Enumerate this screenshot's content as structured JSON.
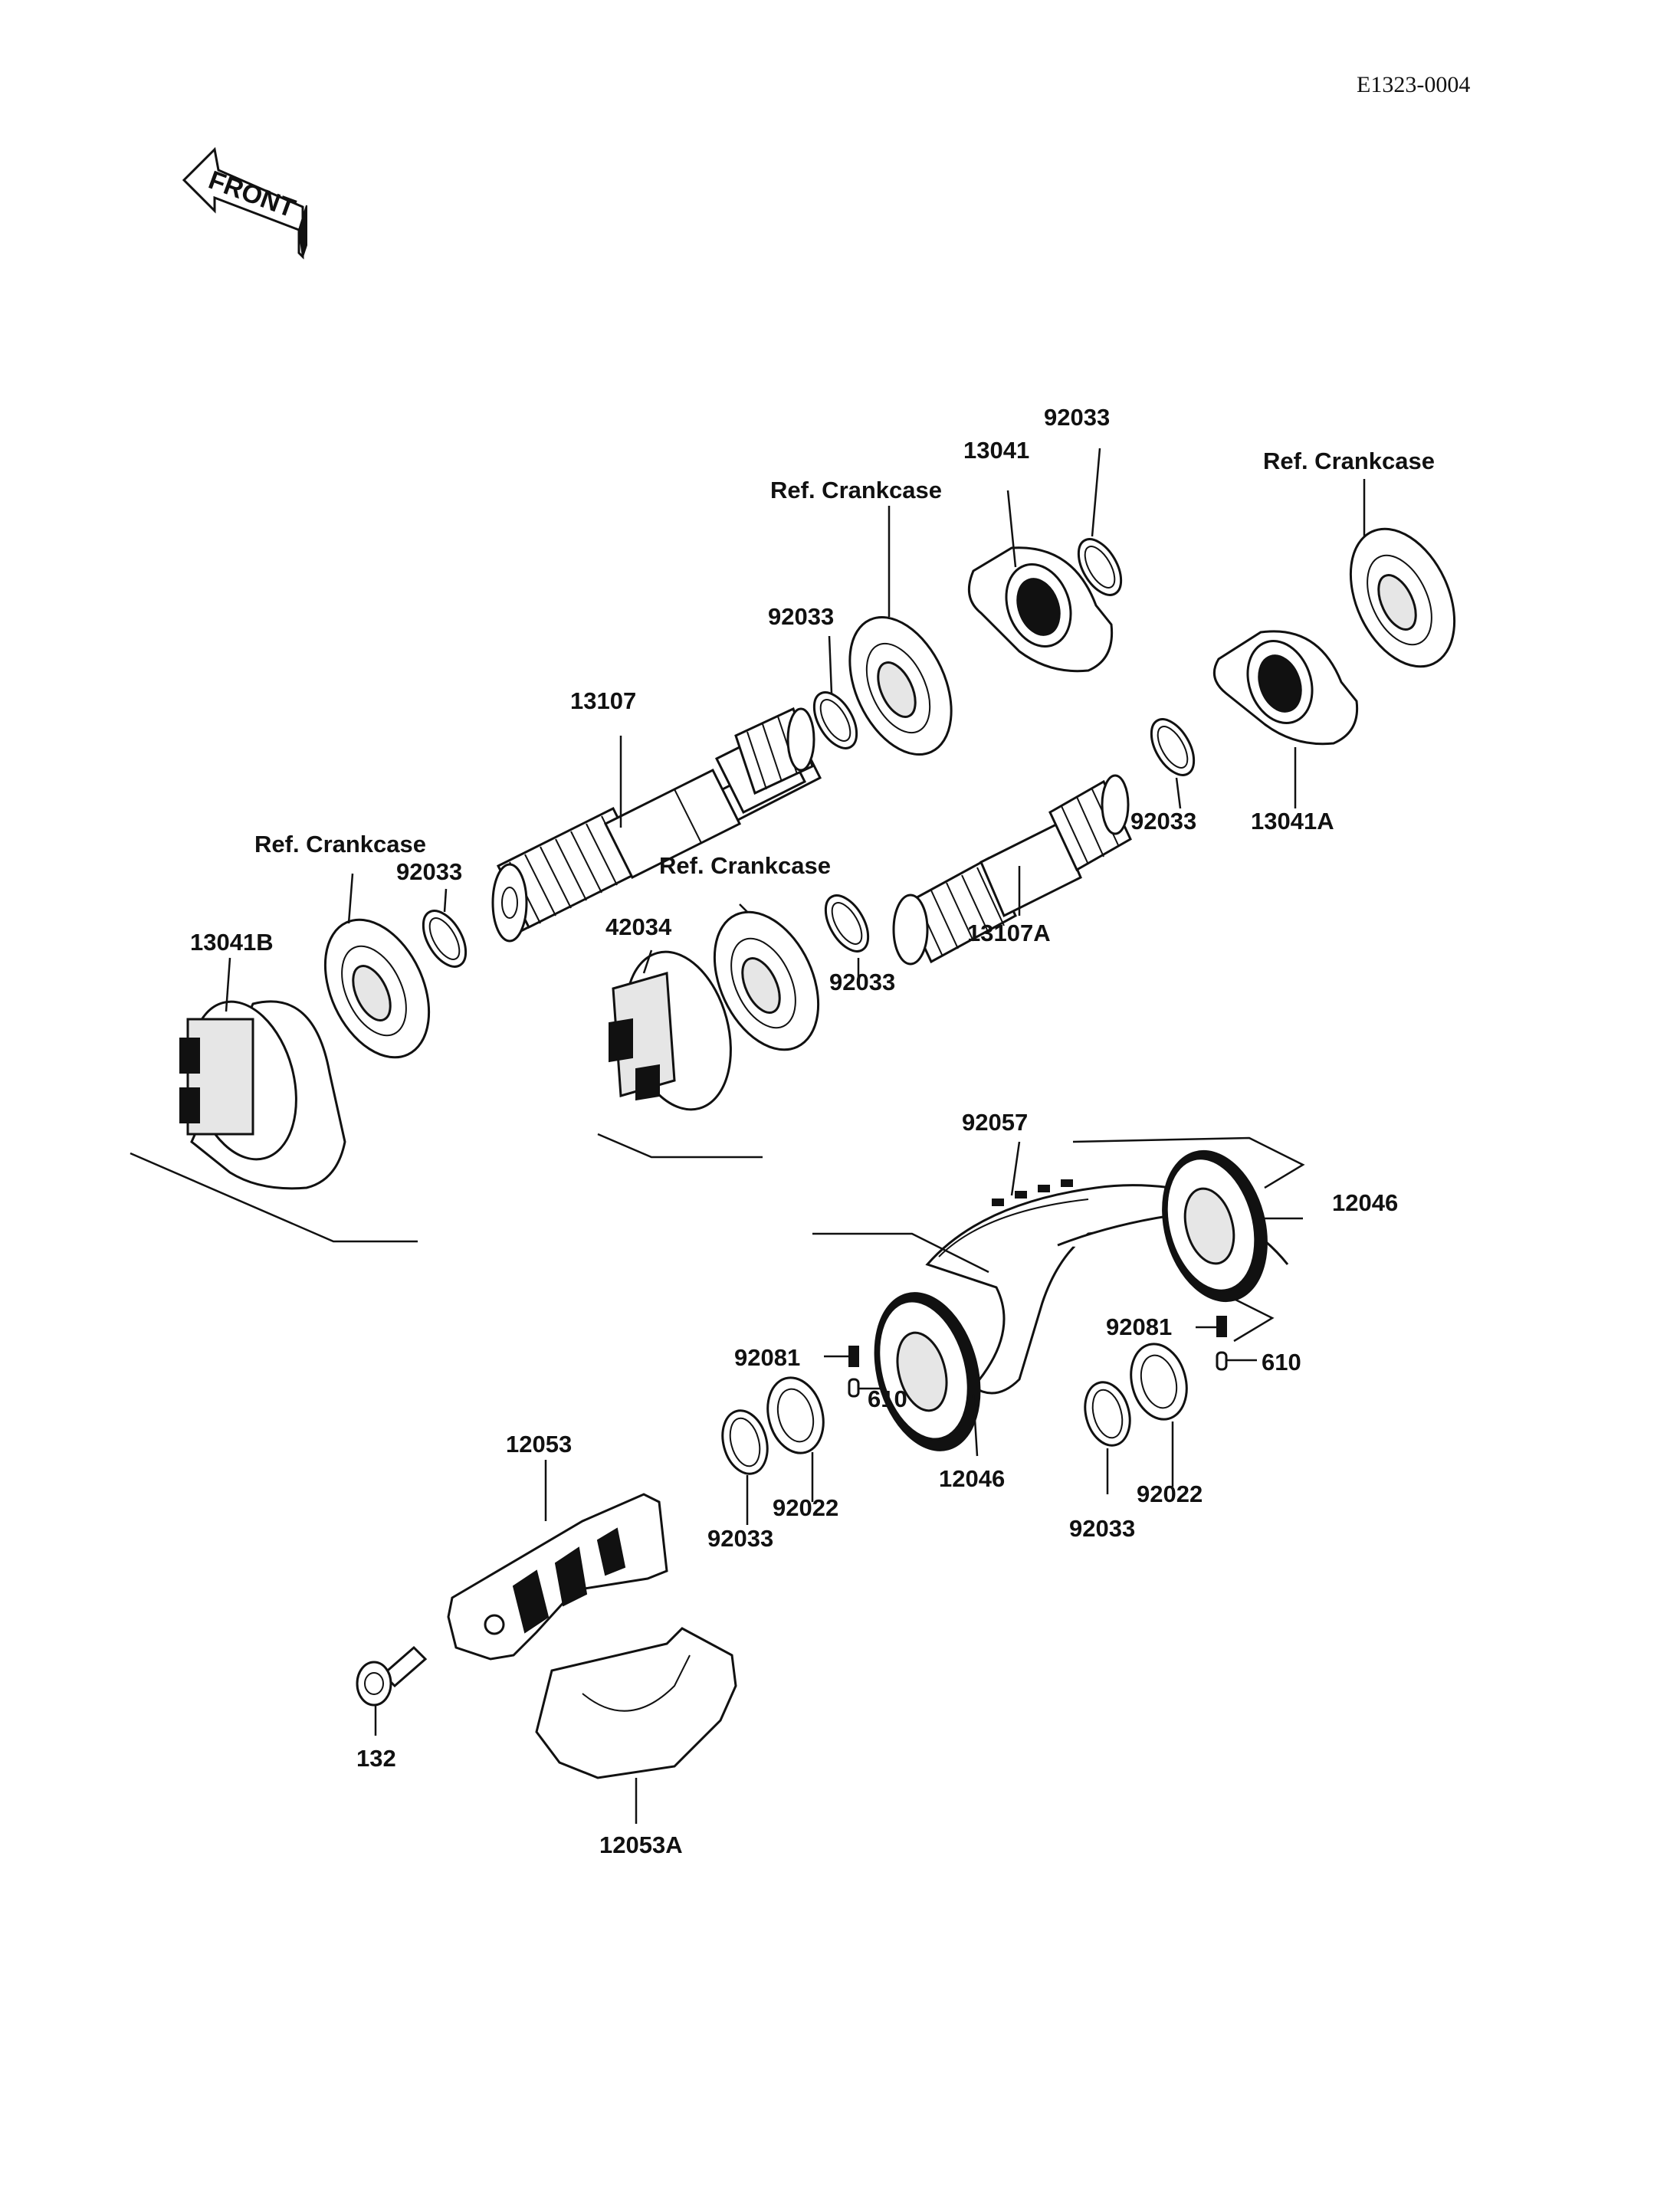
{
  "diagram_code": "E1323-0004",
  "front_marker": "FRONT",
  "labels": {
    "l_92033_top": "92033",
    "l_13041": "13041",
    "l_ref_crankcase_a": "Ref. Crankcase",
    "l_ref_crankcase_b": "Ref. Crankcase",
    "l_92033_mid": "92033",
    "l_13107": "13107",
    "l_ref_crankcase_c": "Ref. Crankcase",
    "l_92033_left": "92033",
    "l_13041b": "13041B",
    "l_ref_crankcase_d": "Ref. Crankcase",
    "l_42034": "42034",
    "l_92033_c": "92033",
    "l_13107a": "13107A",
    "l_92033_right": "92033",
    "l_13041a": "13041A",
    "l_92057": "92057",
    "l_12046_right": "12046",
    "l_92081_right": "92081",
    "l_610_right": "610",
    "l_92022_right": "92022",
    "l_92033_lowright": "92033",
    "l_92081_left": "92081",
    "l_610_left": "610",
    "l_12046_mid": "12046",
    "l_92022_left": "92022",
    "l_92033_lowleft": "92033",
    "l_12053": "12053",
    "l_132": "132",
    "l_12053a": "12053A"
  }
}
